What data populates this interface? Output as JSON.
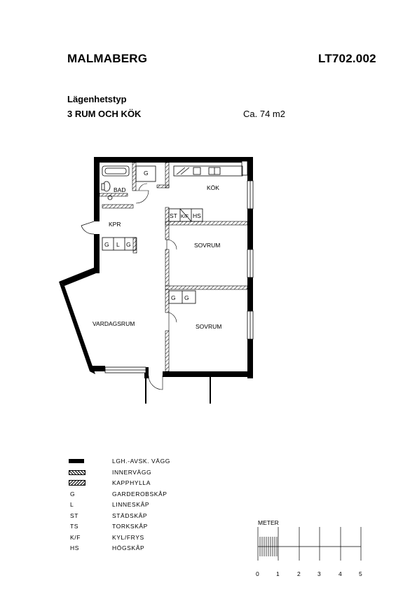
{
  "header": {
    "project": "MALMABERG",
    "code": "LT702.002",
    "type_label": "Lägenhetstyp",
    "rooms_label": "3 RUM OCH KÖK",
    "area_label": "Ca. 74 m2"
  },
  "rooms": {
    "bad": "BAD",
    "kok": "KÖK",
    "kpr": "KPR",
    "sovrum_1": "SOVRUM",
    "sovrum_2": "SOVRUM",
    "vardagsrum": "VARDAGSRUM"
  },
  "fixtures": {
    "g_bath": "G",
    "st": "ST",
    "kf": "K/F",
    "hs": "HS",
    "g_hall_1": "G",
    "l_hall": "L",
    "g_hall_2": "G",
    "g_bed_1": "G",
    "g_bed_2": "G"
  },
  "legend": [
    {
      "symbol": "",
      "text": "LGH.-AVSK. VÄGG",
      "kind": "thick-wall"
    },
    {
      "symbol": "",
      "text": "INNERVÄGG",
      "kind": "hatched-wall"
    },
    {
      "symbol": "",
      "text": "KAPPHYLLA",
      "kind": "coat-shelf"
    },
    {
      "symbol": "G",
      "text": "GARDEROBSKÅP",
      "kind": "abbr"
    },
    {
      "symbol": "L",
      "text": "LINNESKÅP",
      "kind": "abbr"
    },
    {
      "symbol": "ST",
      "text": "STÄDSKÅP",
      "kind": "abbr"
    },
    {
      "symbol": "TS",
      "text": "TORKSKÅP",
      "kind": "abbr"
    },
    {
      "symbol": "K/F",
      "text": "KYL/FRYS",
      "kind": "abbr"
    },
    {
      "symbol": "HS",
      "text": "HÖGSKÅP",
      "kind": "abbr"
    }
  ],
  "scale": {
    "title": "METER",
    "ticks": [
      "0",
      "1",
      "2",
      "3",
      "4",
      "5"
    ]
  }
}
